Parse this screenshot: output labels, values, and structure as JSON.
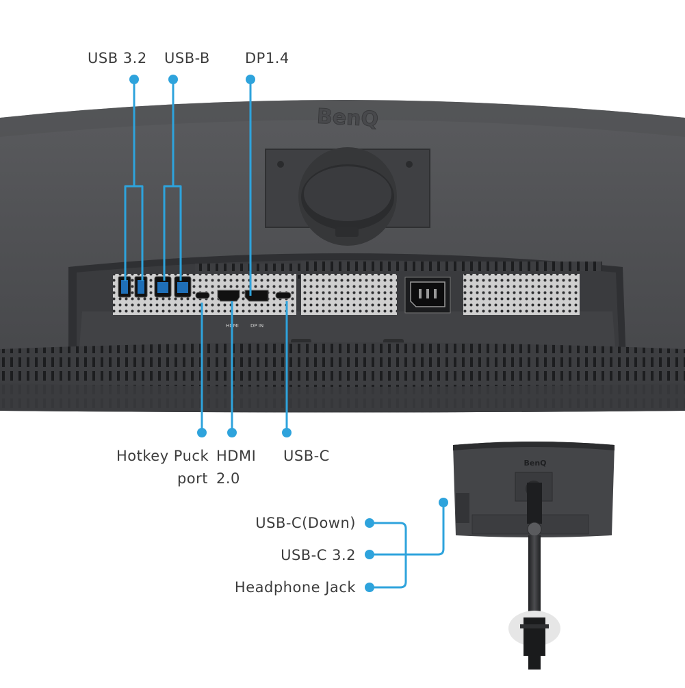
{
  "top_labels": {
    "usb32": "USB 3.2",
    "usbb": "USB-B",
    "dp": "DP1.4"
  },
  "bottom_labels": {
    "hotkey_line1": "Hotkey Puck",
    "hotkey_line2": "port",
    "hdmi_line1": "HDMI",
    "hdmi_line2": "2.0",
    "usbc": "USB-C"
  },
  "side_labels": {
    "usbc_down": "USB-C(Down)",
    "usbc32": "USB-C 3.2",
    "headphone": "Headphone Jack"
  },
  "brand": {
    "main_logo": "BenQ",
    "thumb_logo": "BenQ"
  },
  "port_silkscreen": {
    "hdmi": "HDMI",
    "dp_in": "DP IN"
  },
  "colors": {
    "callout": "#2ea3dc",
    "monitor_body": "#4a4b4d",
    "monitor_dark": "#2b2c2e",
    "usb_blue": "#1f6fb7"
  }
}
